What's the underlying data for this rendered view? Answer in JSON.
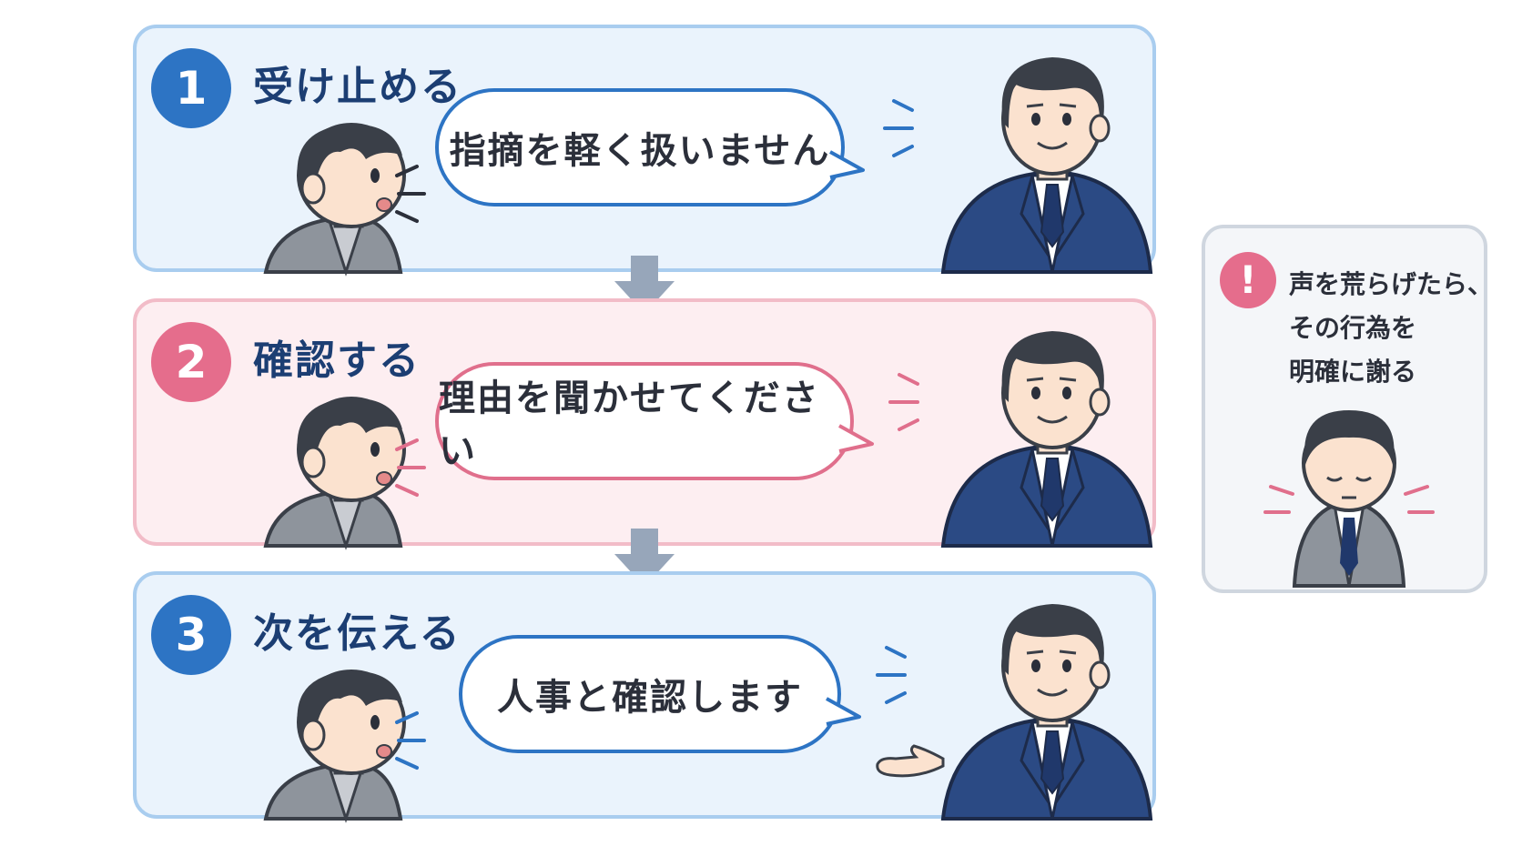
{
  "steps": [
    {
      "number": "1",
      "title": "受け止める",
      "speech": "指摘を軽く扱いません"
    },
    {
      "number": "2",
      "title": "確認する",
      "speech": "理由を聞かせてください"
    },
    {
      "number": "3",
      "title": "次を伝える",
      "speech": "人事と確認します"
    }
  ],
  "tip": {
    "icon": "!",
    "lines": [
      "声を荒らげたら、",
      "その行為を",
      "明確に謝る"
    ]
  },
  "colors": {
    "blue_border": "#a9cdef",
    "blue_fill": "#eaf3fc",
    "blue_accent": "#2d74c4",
    "pink_border": "#f2bcc8",
    "pink_fill": "#fdeef1",
    "pink_accent": "#e56d8c",
    "title_text": "#1c3e73",
    "suit": "#2b4a84",
    "hair": "#3a3f48",
    "arrow": "#97a6ba"
  },
  "icons": {
    "step_badge": "number-circle-icon",
    "tip_badge": "exclamation-icon",
    "flow_arrow": "arrow-down-icon",
    "speech": "speech-lines-icon"
  }
}
